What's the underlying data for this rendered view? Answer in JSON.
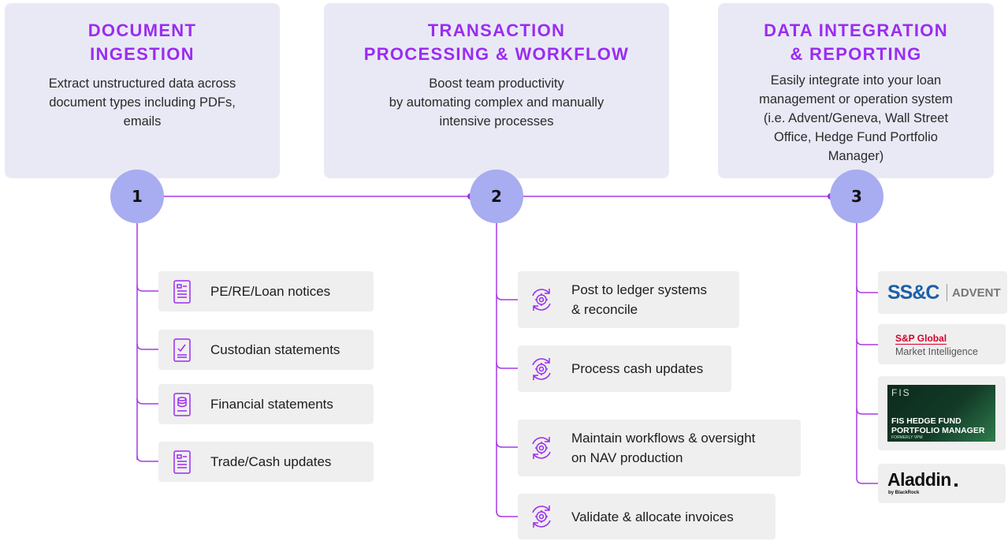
{
  "columns": [
    {
      "number": "1",
      "title_line1": "DOCUMENT",
      "title_line2": "INGESTION",
      "desc_lines": [
        "Extract unstructured data across",
        "document types including PDFs,",
        "emails"
      ],
      "items": [
        {
          "label": "PE/RE/Loan notices",
          "icon": "document-list-icon"
        },
        {
          "label": "Custodian statements",
          "icon": "document-check-icon"
        },
        {
          "label": "Financial statements",
          "icon": "document-coins-icon"
        },
        {
          "label": "Trade/Cash updates",
          "icon": "document-list-icon"
        }
      ]
    },
    {
      "number": "2",
      "title_line1": "TRANSACTION",
      "title_line2": "PROCESSING & WORKFLOW",
      "desc_lines": [
        "Boost team productivity",
        "by automating complex and manually",
        "intensive processes"
      ],
      "items": [
        {
          "line1": "Post to ledger systems",
          "line2": "& reconcile",
          "icon": "gear-sync-icon"
        },
        {
          "line1": "Process cash updates",
          "line2": "",
          "icon": "gear-sync-icon"
        },
        {
          "line1": "Maintain workflows & oversight",
          "line2": "on NAV production",
          "icon": "gear-sync-icon"
        },
        {
          "line1": "Validate & allocate invoices",
          "line2": "",
          "icon": "gear-sync-icon"
        }
      ]
    },
    {
      "number": "3",
      "title_line1": "DATA INTEGRATION",
      "title_line2": "& REPORTING",
      "desc_lines": [
        "Easily integrate into your loan",
        "management or operation system",
        "(i.e. Advent/Geneva, Wall Street",
        "Office, Hedge Fund Portfolio",
        "Manager)"
      ],
      "logos": {
        "ssc": "SS&C",
        "advent": "ADVENT",
        "sp_line1": "S&P Global",
        "sp_line2": "Market Intelligence",
        "fis_brand": "FIS",
        "fis_line1": "FIS HEDGE FUND",
        "fis_line2": "PORTFOLIO MANAGER",
        "fis_line3": "FORMERLY VPM",
        "aladdin": "Aladdin",
        "aladdin_sub": "by BlackRock"
      }
    }
  ],
  "colors": {
    "accent": "#9b2cf0",
    "line": "#a63ae6",
    "circle": "#a8acf0",
    "panel": "#e9e9f6",
    "card": "#efefef"
  }
}
